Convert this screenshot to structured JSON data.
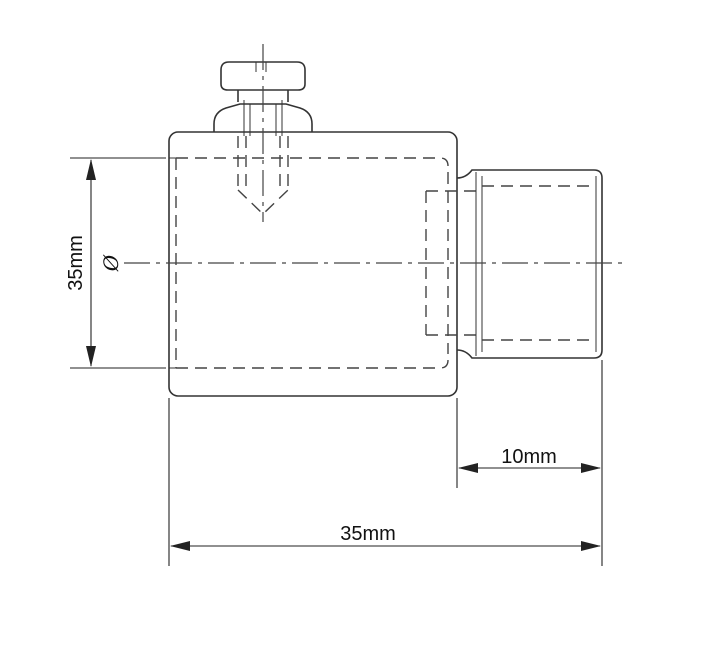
{
  "dimensions": {
    "diameter_label": "35mm",
    "thread_length_label": "10mm",
    "overall_length_label": "35mm",
    "diameter_symbol": "Ø"
  }
}
